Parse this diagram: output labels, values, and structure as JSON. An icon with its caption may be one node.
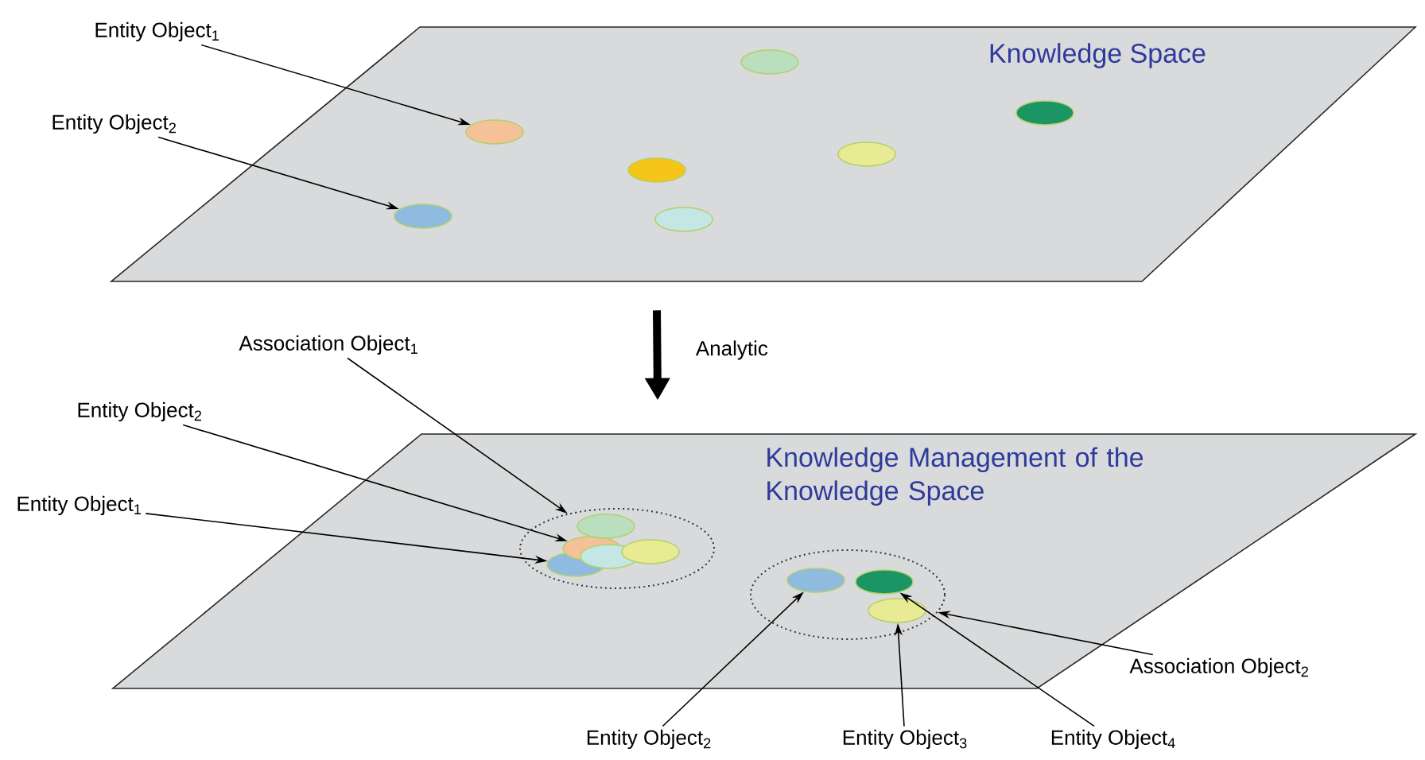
{
  "diagram": {
    "nodes": [
      {
        "text": [
          "Knowledge Space"
        ]
      },
      {
        "text": [
          "Entity Object$_{1}$"
        ]
      },
      {
        "text": [
          "Entity Object$_{2}$"
        ]
      },
      {
        "text": [],
        "shape": "ellipse",
        "in": 0
      },
      {
        "text": [],
        "shape": "ellipse",
        "in": 0
      },
      {
        "text": [],
        "shape": "ellipse",
        "in": 0
      },
      {
        "text": [],
        "shape": "ellipse",
        "in": 0
      },
      {
        "text": [],
        "shape": "ellipse",
        "in": 0
      },
      {
        "text": [],
        "shape": "ellipse",
        "in": 0
      },
      {
        "text": [],
        "shape": "ellipse",
        "in": 0
      },
      {
        "text": [
          "Association Object$_{1}$"
        ]
      },
      {
        "text": [
          "Knowledge Management of the Knowledge Space"
        ]
      },
      {
        "text": [
          "Entity Object$_{2}$"
        ]
      },
      {
        "text": [
          "Entity Object$_{1}$"
        ]
      },
      {
        "text": [],
        "shape": "ellipse",
        "in": 11
      },
      {
        "text": [],
        "shape": "ellipse",
        "in": 14
      },
      {
        "text": [],
        "shape": "ellipse",
        "in": 14
      },
      {
        "text": [],
        "shape": "ellipse",
        "in": 14
      },
      {
        "text": [],
        "shape": "ellipse",
        "in": 14
      },
      {
        "text": [],
        "shape": "ellipse",
        "in": 14
      },
      {
        "text": [],
        "shape": "ellipse",
        "in": 11
      },
      {
        "text": [],
        "shape": "ellipse",
        "in": 20
      },
      {
        "text": [],
        "shape": "ellipse",
        "in": 20
      },
      {
        "text": [],
        "shape": "ellipse",
        "in": 20
      },
      {
        "text": [
          "Association Object$_{2}$"
        ]
      },
      {
        "text": [
          "Entity Object$_{2}$"
        ]
      },
      {
        "text": [
          "Entity Object$_{3}$"
        ]
      },
      {
        "text": [
          "Entity Object$_{4}$"
        ]
      }
    ],
    "edges": [
      {
        "from": 1,
        "to": 4,
        "arrow": "to"
      },
      {
        "from": 2,
        "to": 3,
        "arrow": "to"
      },
      {
        "from": 0,
        "to": 11,
        "arrow": "to",
        "label": "Analytic",
        "style": "thick"
      },
      {
        "from": 10,
        "to": 14,
        "arrow": "to"
      },
      {
        "from": 12,
        "to": 16,
        "arrow": "to"
      },
      {
        "from": 13,
        "to": 15,
        "arrow": "to"
      },
      {
        "from": 24,
        "to": 20,
        "arrow": "to"
      },
      {
        "from": 25,
        "to": 21,
        "arrow": "to"
      },
      {
        "from": 26,
        "to": 23,
        "arrow": "to"
      },
      {
        "from": 27,
        "to": 22,
        "arrow": "to"
      }
    ]
  }
}
